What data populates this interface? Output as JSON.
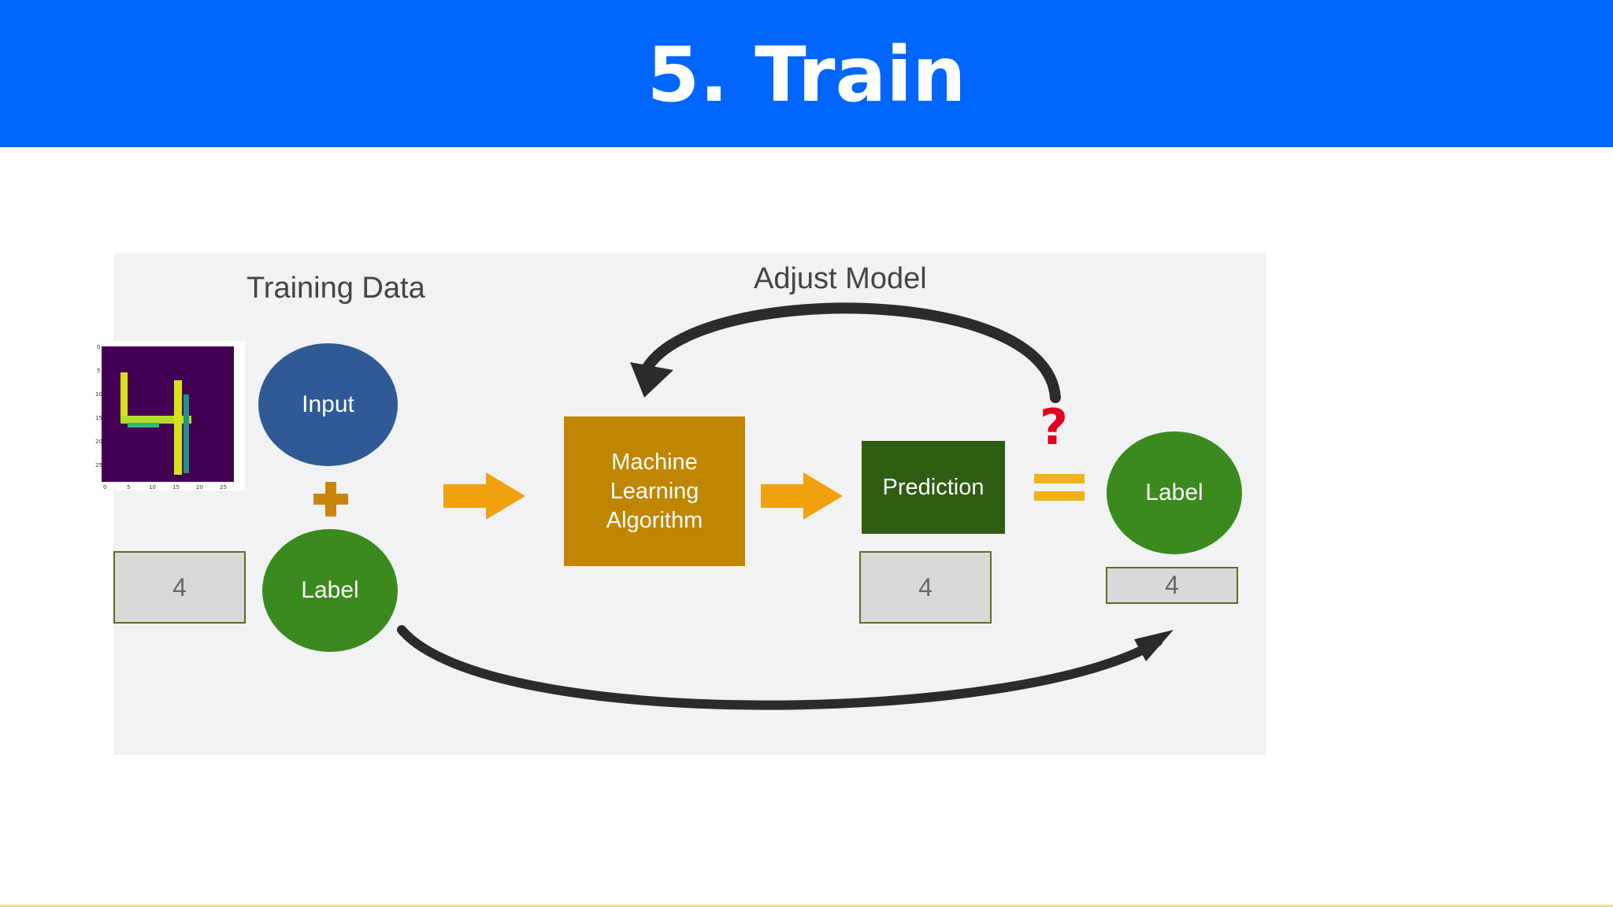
{
  "slide": {
    "title": "5. Train"
  },
  "diagram": {
    "training_data_label": "Training Data",
    "adjust_model_label": "Adjust Model",
    "input_label": "Input",
    "label_circle_left": "Label",
    "algorithm_line1": "Machine",
    "algorithm_line2": "Learning",
    "algorithm_line3": "Algorithm",
    "prediction_label": "Prediction",
    "label_circle_right": "Label",
    "question_mark": "?",
    "left_value": "4",
    "prediction_value": "4",
    "right_value": "4",
    "colors": {
      "header": "#0066ff",
      "input_circle": "#2f5a96",
      "label_circle": "#3a8a1d",
      "algorithm_box": "#c08600",
      "prediction_box": "#2e5d12",
      "arrow": "#f0a10d",
      "question": "#e0001b"
    },
    "digit_image": {
      "x_ticks": [
        "0",
        "5",
        "10",
        "15",
        "20",
        "25"
      ],
      "y_ticks": [
        "0",
        "5",
        "10",
        "15",
        "20",
        "25"
      ]
    }
  }
}
